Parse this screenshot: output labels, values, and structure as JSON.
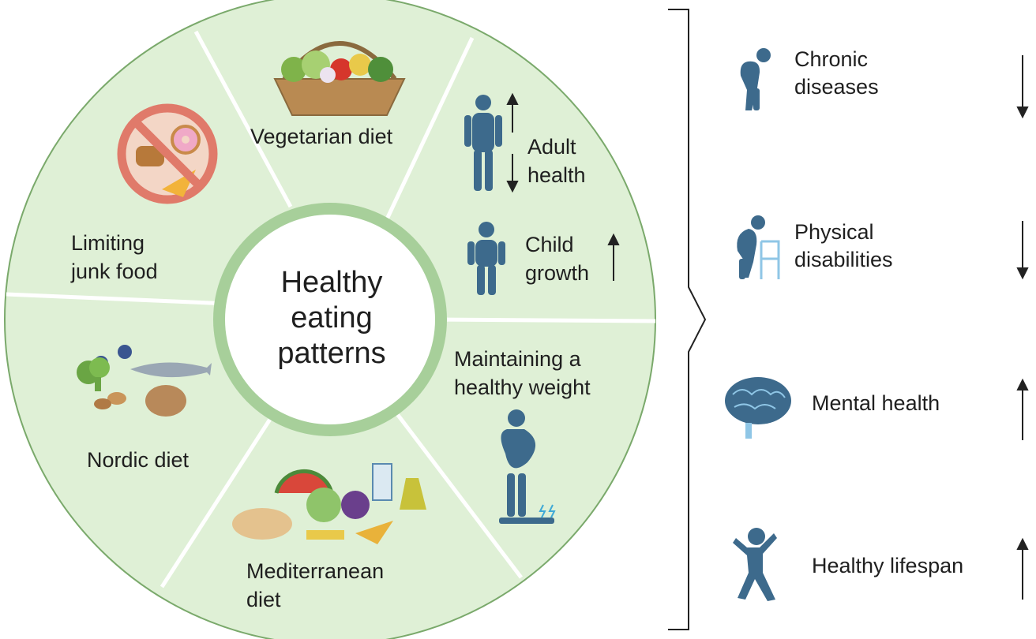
{
  "center": {
    "line1": "Healthy",
    "line2": "eating",
    "line3": "patterns"
  },
  "segments": {
    "vegetarian": "Vegetarian diet",
    "adult_line1": "Adult",
    "adult_line2": "health",
    "child_line1": "Child",
    "child_line2": "growth",
    "weight_line1": "Maintaining a",
    "weight_line2": "healthy weight",
    "mediterranean_line1": "Mediterranean",
    "mediterranean_line2": "diet",
    "nordic": "Nordic diet",
    "junk_line1": "Limiting",
    "junk_line2": "junk food"
  },
  "outcomes": [
    {
      "line1": "Chronic",
      "line2": "diseases",
      "direction": "down"
    },
    {
      "line1": "Physical",
      "line2": "disabilities",
      "direction": "down"
    },
    {
      "line1": "Mental health",
      "line2": "",
      "direction": "up"
    },
    {
      "line1": "Healthy lifespan",
      "line2": "",
      "direction": "up"
    }
  ],
  "colors": {
    "segment_fill": "#dff0d6",
    "ring": "#a7cf9a",
    "outline": "#7aa96b",
    "figure": "#3d6a8c"
  }
}
